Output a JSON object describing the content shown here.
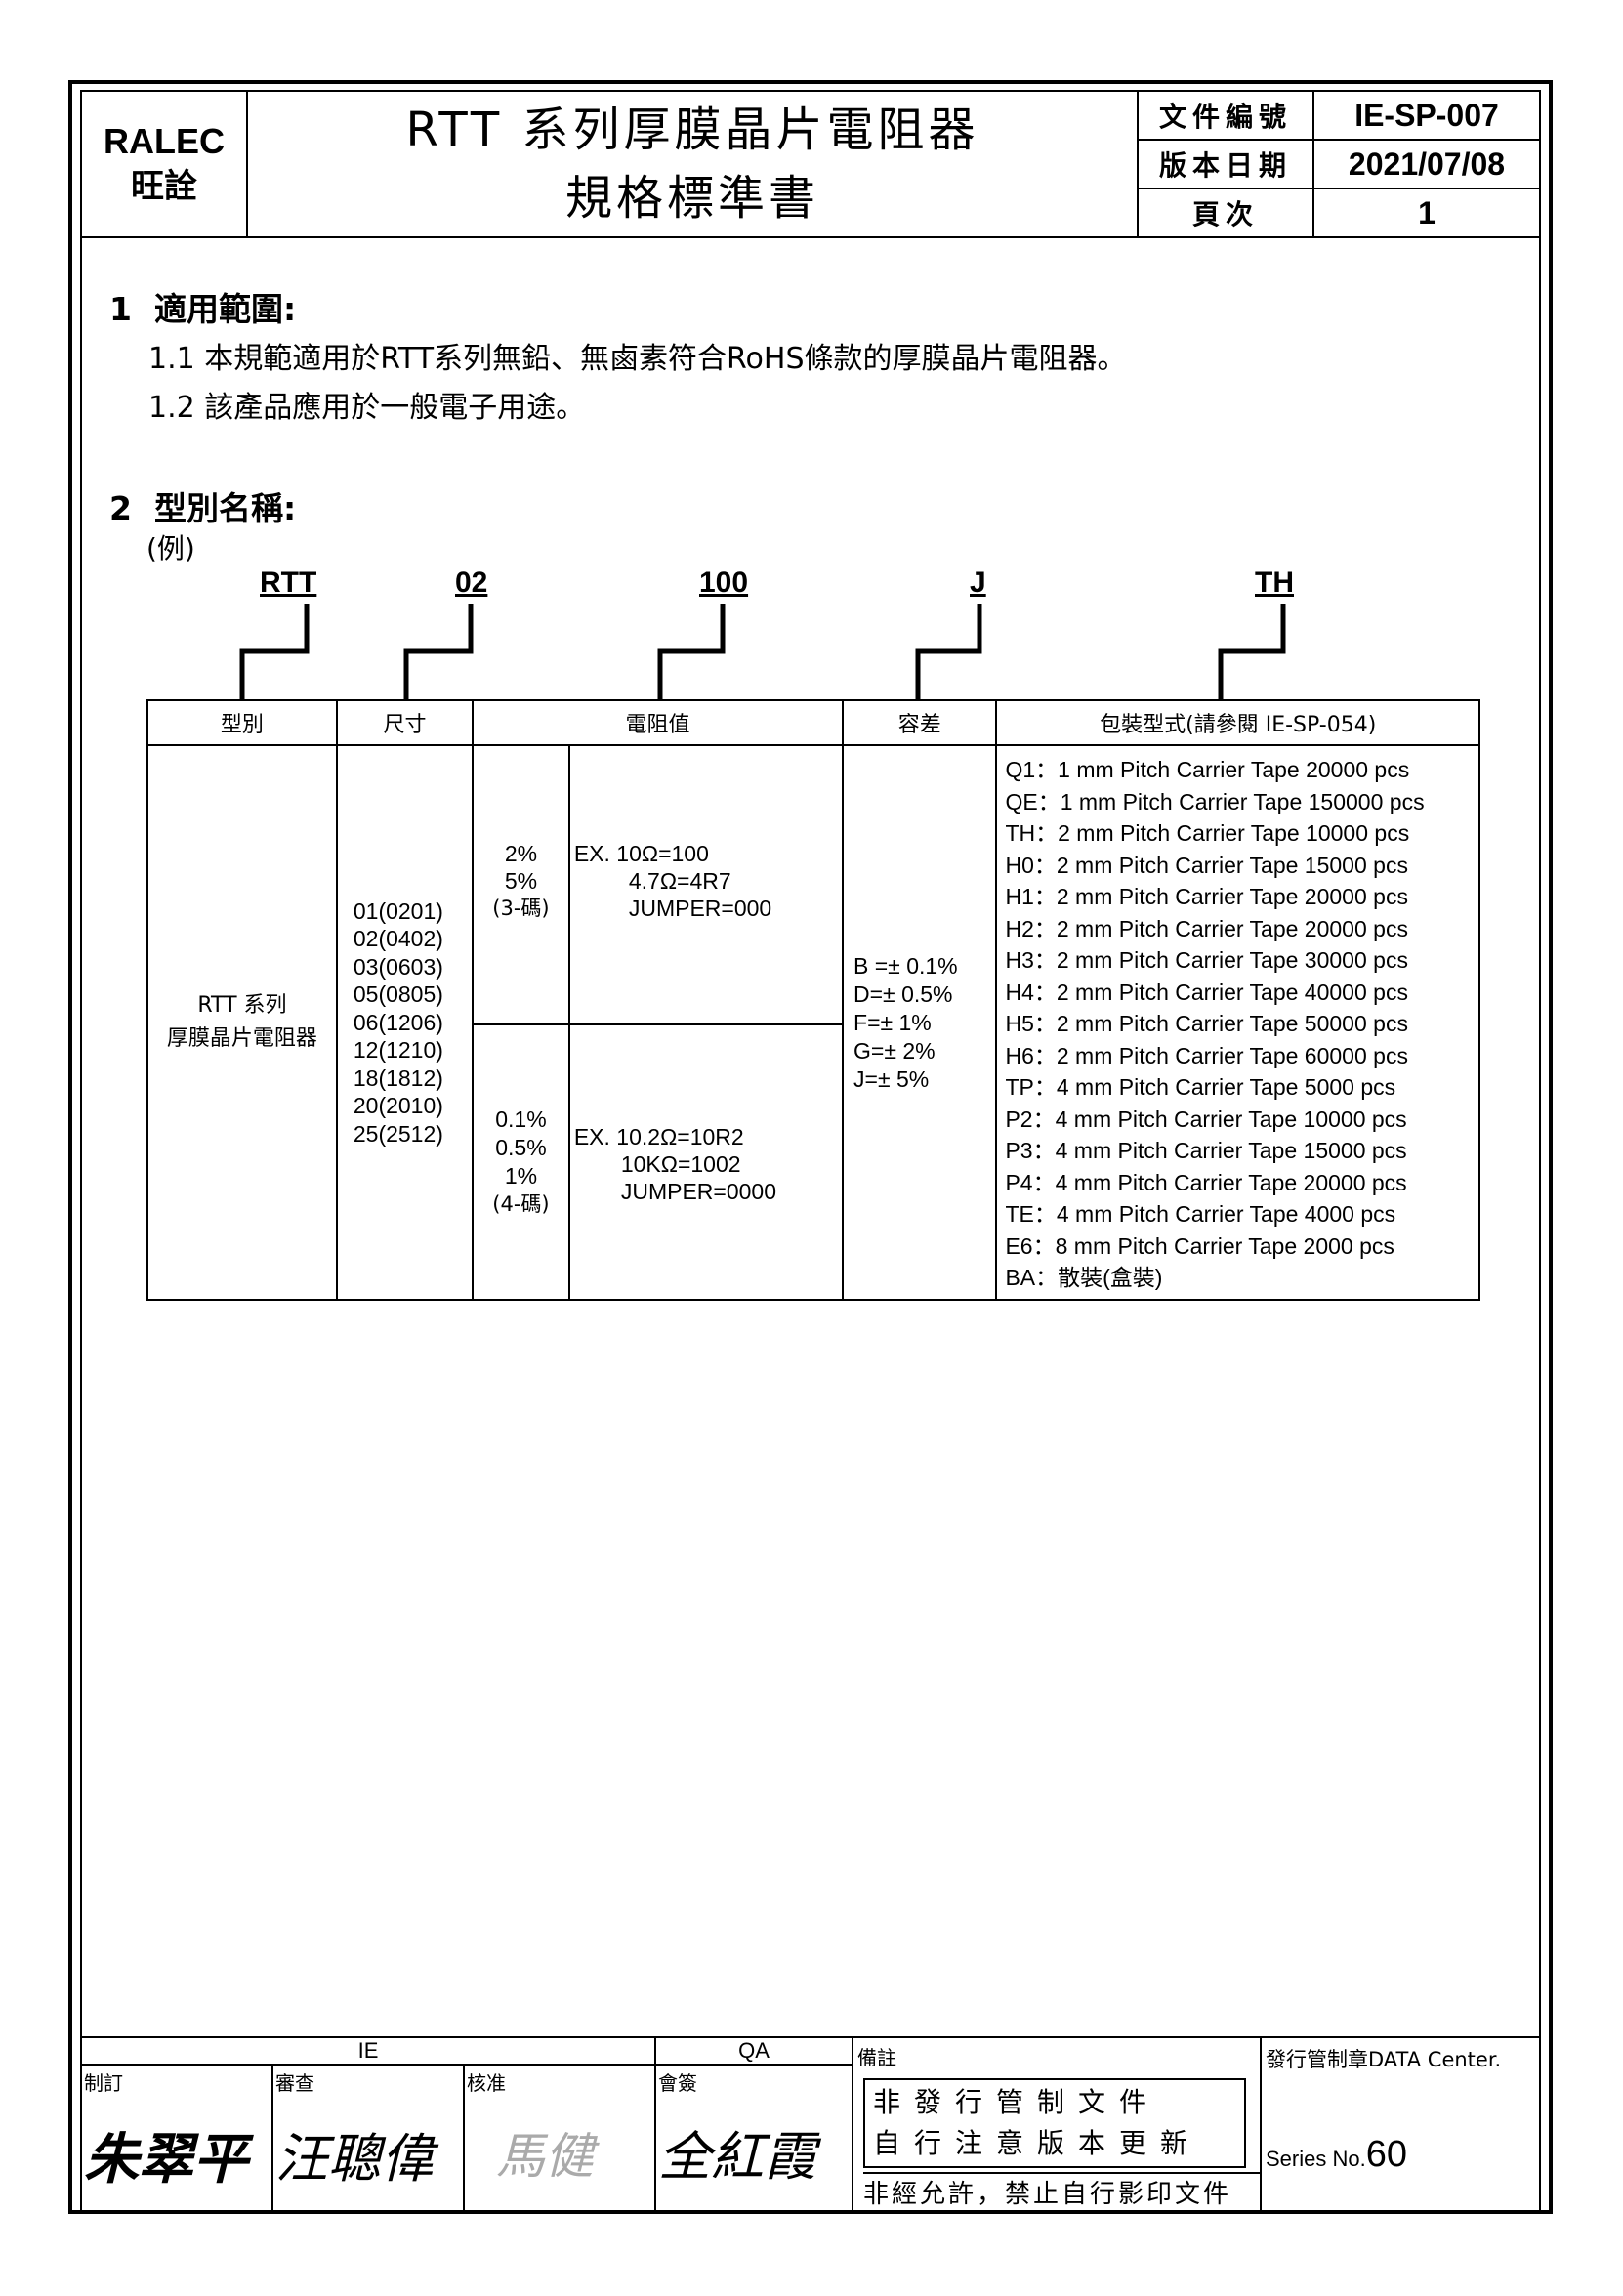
{
  "header": {
    "company_en": "RALEC",
    "company_zh": "旺詮",
    "title_line1": "RTT 系列厚膜晶片電阻器",
    "title_line2": "規格標準書",
    "doc_no_label": "文件編號",
    "doc_no": "IE-SP-007",
    "date_label": "版本日期",
    "date": "2021/07/08",
    "page_label": "頁次",
    "page": "1"
  },
  "section1": {
    "num": "1",
    "title": "適用範圍:",
    "items": [
      "1.1 本規範適用於RTT系列無鉛、無鹵素符合RoHS條款的厚膜晶片電阻器。",
      "1.2 該產品應用於一般電子用途。"
    ]
  },
  "section2": {
    "num": "2",
    "title": "型別名稱:",
    "example": "(例)",
    "codes": [
      "RTT",
      "02",
      "100",
      "J",
      "TH"
    ]
  },
  "table": {
    "headers": [
      "型別",
      "尺寸",
      "電阻值",
      "容差",
      "包裝型式(請參閱 IE-SP-054)"
    ],
    "type": [
      "RTT 系列",
      "厚膜晶片電阻器"
    ],
    "sizes": [
      "01(0201)",
      "02(0402)",
      "03(0603)",
      "05(0805)",
      "06(1206)",
      "12(1210)",
      "18(1812)",
      "20(2010)",
      "25(2512)"
    ],
    "res_3digit_tol": [
      "2%",
      "5%",
      "(3-碼)"
    ],
    "res_3digit_ex": [
      "EX. 10Ω=100",
      "4.7Ω=4R7",
      "JUMPER=000"
    ],
    "res_4digit_tol": [
      "0.1%",
      "0.5%",
      "1%",
      "(4-碼)"
    ],
    "res_4digit_ex": [
      "EX. 10.2Ω=10R2",
      "10KΩ=1002",
      "JUMPER=0000"
    ],
    "tolerance": [
      "B =± 0.1%",
      "D=± 0.5%",
      "F=± 1%",
      "G=± 2%",
      "J=± 5%"
    ],
    "packaging": [
      "Q1：1 mm Pitch Carrier Tape 20000 pcs",
      "QE：1 mm Pitch Carrier Tape 150000 pcs",
      "TH：2 mm Pitch Carrier Tape 10000 pcs",
      "H0：2 mm Pitch Carrier Tape 15000 pcs",
      "H1：2 mm Pitch Carrier Tape 20000 pcs",
      "H2：2 mm Pitch Carrier Tape 20000 pcs",
      "H3：2 mm Pitch Carrier Tape 30000 pcs",
      "H4：2 mm Pitch Carrier Tape 40000 pcs",
      "H5：2 mm Pitch Carrier Tape 50000 pcs",
      "H6：2 mm Pitch Carrier Tape 60000 pcs",
      "TP：4 mm Pitch Carrier Tape 5000 pcs",
      "P2：4 mm Pitch Carrier Tape 10000 pcs",
      "P3：4 mm Pitch Carrier Tape 15000 pcs",
      "P4：4 mm Pitch Carrier Tape 20000 pcs",
      "TE：4 mm Pitch Carrier Tape 4000 pcs",
      "E6：8 mm Pitch Carrier Tape 2000 pcs",
      "BA：散裝(盒裝)"
    ]
  },
  "footer": {
    "ie": "IE",
    "qa": "QA",
    "made_by": "制訂",
    "reviewed_by": "審查",
    "approved_by": "核准",
    "countersign": "會簽",
    "remarks": "備註",
    "signatures": [
      "朱翠平",
      "汪聰偉",
      "馬健",
      "全紅霞"
    ],
    "stamp_line1": "非發行管制文件",
    "stamp_line2": "自行注意版本更新",
    "notice": "非經允許，禁止自行影印文件",
    "issue_label": "發行管制章DATA Center.",
    "series_label": "Series No.",
    "series_no": "60"
  }
}
